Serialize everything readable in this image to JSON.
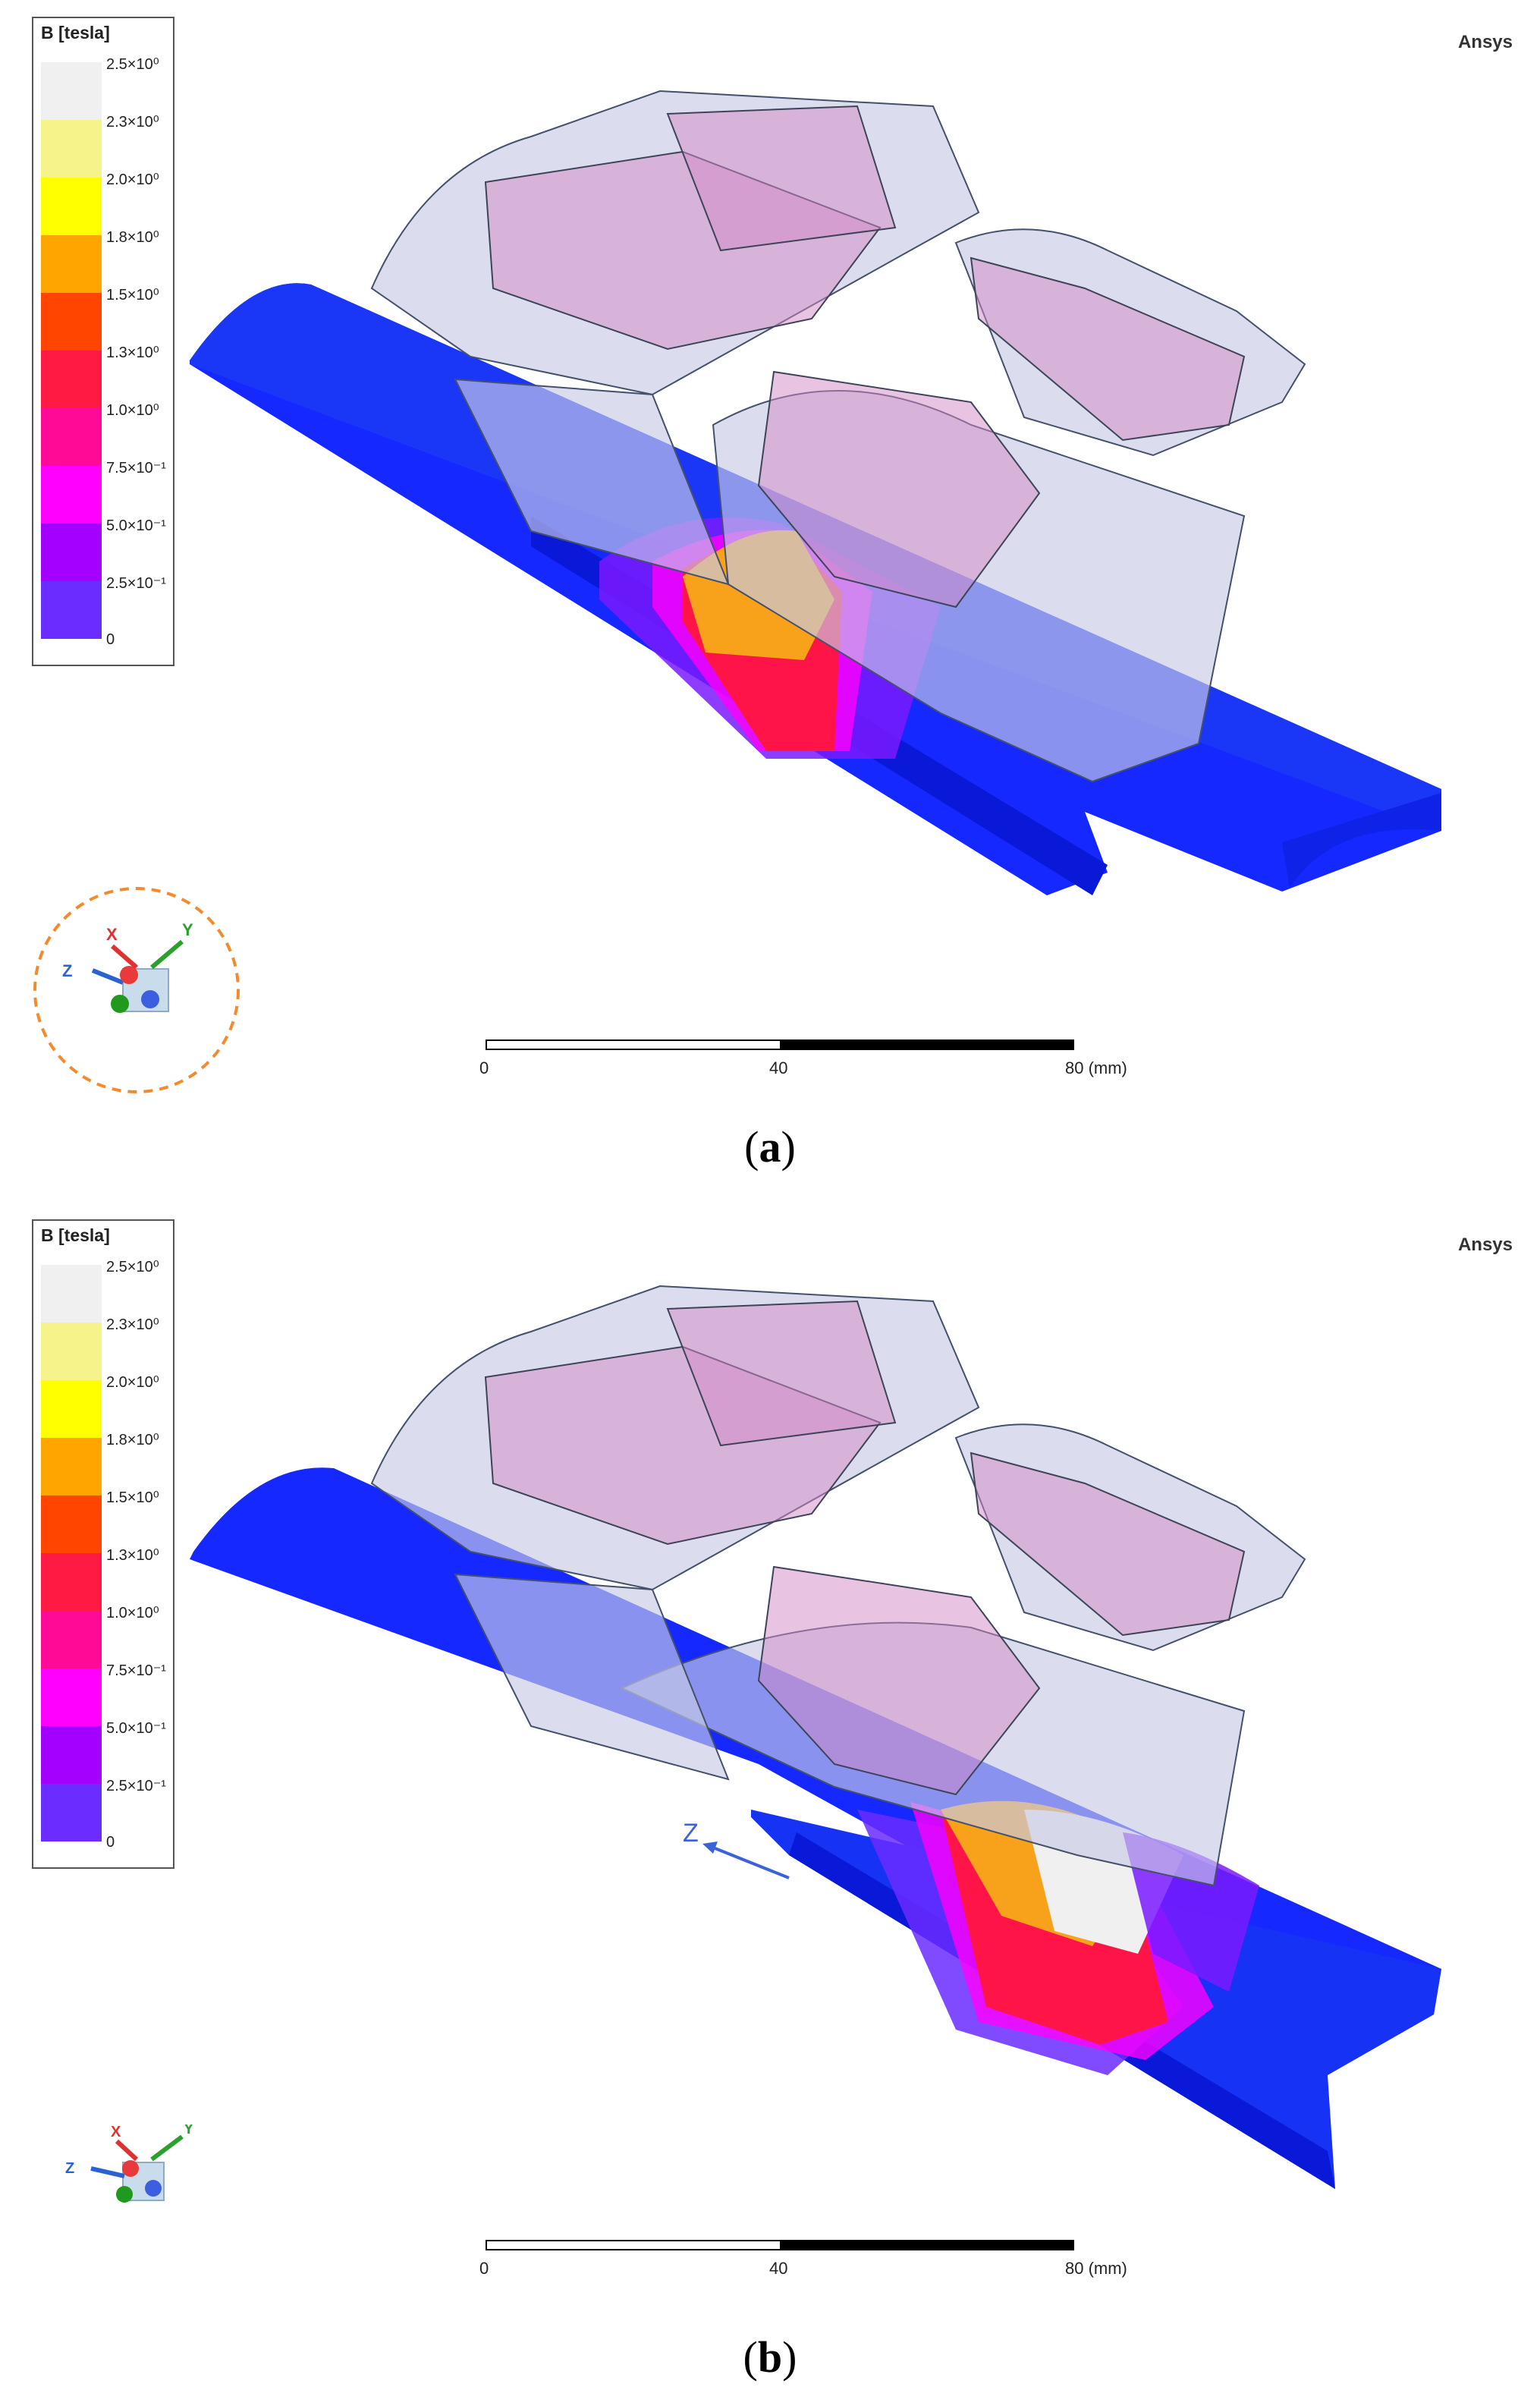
{
  "panels": [
    {
      "caption_open": "(",
      "caption_letter": "a",
      "caption_close": ")",
      "brand": "Ansys",
      "legend": {
        "title": "B [tesla]",
        "labels": [
          "2.5×10⁰",
          "2.3×10⁰",
          "2.0×10⁰",
          "1.8×10⁰",
          "1.5×10⁰",
          "1.3×10⁰",
          "1.0×10⁰",
          "7.5×10⁻¹",
          "5.0×10⁻¹",
          "2.5×10⁻¹",
          "0"
        ],
        "colors": [
          "#f0f0f0",
          "#f6f38a",
          "#ffff00",
          "#ffa500",
          "#ff4500",
          "#ff1a44",
          "#ff0a96",
          "#ff00ff",
          "#a300ff",
          "#6a2cff",
          "#0a1fff"
        ]
      },
      "scalebar": {
        "t0": "0",
        "t1": "40",
        "t2": "80 (mm)"
      },
      "triad": {
        "x": "X",
        "y": "Y",
        "z": "Z"
      }
    },
    {
      "caption_open": "(",
      "caption_letter": "b",
      "caption_close": ")",
      "brand": "Ansys",
      "legend": {
        "title": "B [tesla]",
        "labels": [
          "2.5×10⁰",
          "2.3×10⁰",
          "2.0×10⁰",
          "1.8×10⁰",
          "1.5×10⁰",
          "1.3×10⁰",
          "1.0×10⁰",
          "7.5×10⁻¹",
          "5.0×10⁻¹",
          "2.5×10⁻¹",
          "0"
        ],
        "colors": [
          "#f0f0f0",
          "#f6f38a",
          "#ffff00",
          "#ffa500",
          "#ff4500",
          "#ff1a44",
          "#ff0a96",
          "#ff00ff",
          "#a300ff",
          "#6a2cff",
          "#0a1fff"
        ]
      },
      "scalebar": {
        "t0": "0",
        "t1": "40",
        "t2": "80 (mm)"
      },
      "triad": {
        "x": "X",
        "y": "Y",
        "z": "Z"
      },
      "axis_label": "Z"
    }
  ],
  "colors": {
    "bar_blue": "#1428ff",
    "ghost": "#c7cbe6",
    "field_red": "#ff1447",
    "field_orange": "#f7a21a"
  }
}
